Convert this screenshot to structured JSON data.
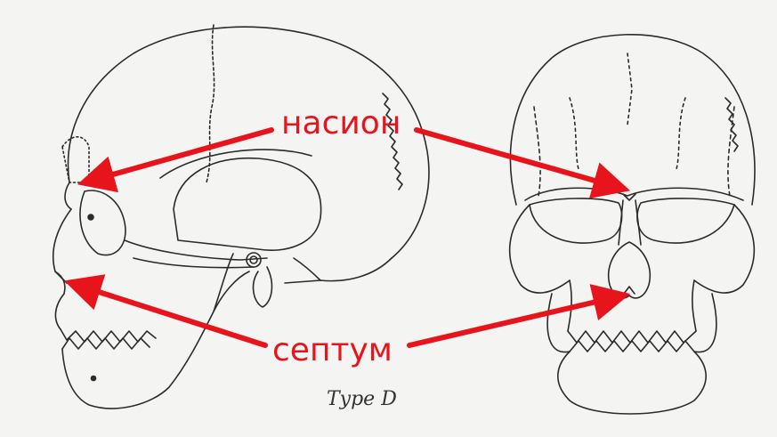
{
  "labels": {
    "nasion": "насион",
    "septum": "септум",
    "caption": "Type D"
  },
  "colors": {
    "paper": "#f4f4f2",
    "ink": "#2b2b2b",
    "arrow": "#e8141c"
  },
  "icons": [
    "skull-lateral-view",
    "skull-frontal-view"
  ]
}
